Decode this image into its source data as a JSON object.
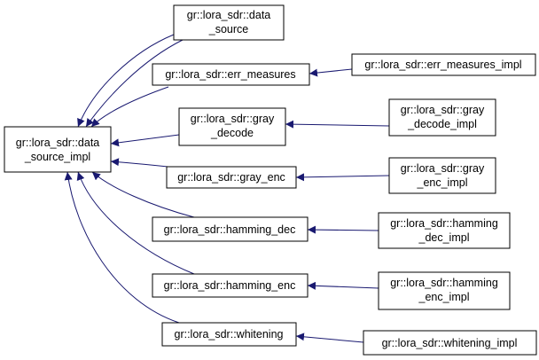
{
  "diagram": {
    "nodes": {
      "data_source_impl": {
        "lines": [
          "gr::lora_sdr::data",
          "_source_impl"
        ]
      },
      "data_source": {
        "lines": [
          "gr::lora_sdr::data",
          "_source"
        ]
      },
      "err_measures": {
        "lines": [
          "gr::lora_sdr::err_measures"
        ]
      },
      "err_measures_impl": {
        "lines": [
          "gr::lora_sdr::err_measures_impl"
        ]
      },
      "gray_decode": {
        "lines": [
          "gr::lora_sdr::gray",
          "_decode"
        ]
      },
      "gray_decode_impl": {
        "lines": [
          "gr::lora_sdr::gray",
          "_decode_impl"
        ]
      },
      "gray_enc": {
        "lines": [
          "gr::lora_sdr::gray_enc"
        ]
      },
      "gray_enc_impl": {
        "lines": [
          "gr::lora_sdr::gray",
          "_enc_impl"
        ]
      },
      "hamming_dec": {
        "lines": [
          "gr::lora_sdr::hamming_dec"
        ]
      },
      "hamming_dec_impl": {
        "lines": [
          "gr::lora_sdr::hamming",
          "_dec_impl"
        ]
      },
      "hamming_enc": {
        "lines": [
          "gr::lora_sdr::hamming_enc"
        ]
      },
      "hamming_enc_impl": {
        "lines": [
          "gr::lora_sdr::hamming",
          "_enc_impl"
        ]
      },
      "whitening": {
        "lines": [
          "gr::lora_sdr::whitening"
        ]
      },
      "whitening_impl": {
        "lines": [
          "gr::lora_sdr::whitening_impl"
        ]
      }
    },
    "edges": [
      {
        "from": "data_source",
        "to": "data_source_impl"
      },
      {
        "from": "err_measures",
        "to": "data_source_impl"
      },
      {
        "from": "gray_decode",
        "to": "data_source_impl"
      },
      {
        "from": "gray_enc",
        "to": "data_source_impl"
      },
      {
        "from": "hamming_dec",
        "to": "data_source_impl"
      },
      {
        "from": "hamming_enc",
        "to": "data_source_impl"
      },
      {
        "from": "whitening",
        "to": "data_source_impl"
      },
      {
        "from": "err_measures_impl",
        "to": "err_measures"
      },
      {
        "from": "gray_decode_impl",
        "to": "gray_decode"
      },
      {
        "from": "gray_enc_impl",
        "to": "gray_enc"
      },
      {
        "from": "hamming_dec_impl",
        "to": "hamming_dec"
      },
      {
        "from": "hamming_enc_impl",
        "to": "hamming_enc"
      },
      {
        "from": "whitening_impl",
        "to": "whitening"
      }
    ]
  }
}
